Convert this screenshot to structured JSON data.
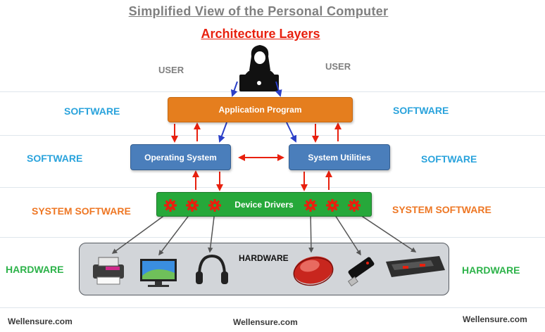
{
  "title": "Simplified  View of  the Personal Computer",
  "subtitle": "Architecture  Layers",
  "user_labels": {
    "left": "USER",
    "right": "USER"
  },
  "layer_labels": {
    "software_left": "SOFTWARE",
    "software_right": "SOFTWARE",
    "software2_left": "SOFTWARE",
    "software2_right": "SOFTWARE",
    "system_left": "SYSTEM  SOFTWARE",
    "system_right": "SYSTEM  SOFTWARE",
    "hardware_left": "HARDWARE",
    "hardware_right": "HARDWARE"
  },
  "boxes": {
    "application": "Application Program",
    "os": "Operating System",
    "utilities": "System Utilities",
    "drivers": "Device Drivers"
  },
  "hardware_label": "HARDWARE",
  "hardware_icons": [
    "printer-icon",
    "monitor-icon",
    "headphones-icon",
    "mouse-icon",
    "usb-drive-icon",
    "keyboard-icon"
  ],
  "footer": {
    "left": "Wellensure.com",
    "center": "Wellensure.com",
    "right": "Wellensure.com"
  },
  "colors": {
    "application": "#e57e1e",
    "os": "#4a7ebb",
    "drivers": "#26a83a",
    "arrow_red": "#e8200e",
    "arrow_blue": "#2a3fc8",
    "gear": "#e8200e"
  }
}
